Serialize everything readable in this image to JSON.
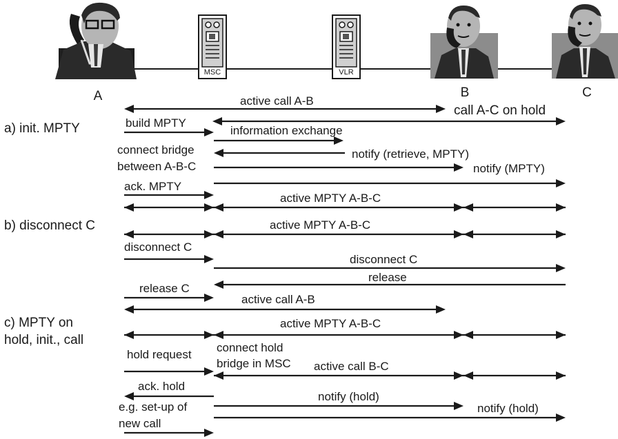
{
  "parties": [
    {
      "id": "A",
      "label": "A"
    },
    {
      "id": "MSC",
      "label": "MSC"
    },
    {
      "id": "VLR",
      "label": "VLR"
    },
    {
      "id": "B",
      "label": "B"
    },
    {
      "id": "C",
      "label": "C"
    }
  ],
  "sections": [
    {
      "key": "a",
      "label": "a) init. MPTY"
    },
    {
      "key": "b",
      "label": "b) disconnect C"
    },
    {
      "key": "c",
      "label_lines": [
        "c) MPTY on",
        "hold, init., call"
      ]
    }
  ],
  "messages": [
    {
      "key": "active-call-ab",
      "label": "active call A-B"
    },
    {
      "key": "call-ac-hold",
      "label": "call A-C on hold"
    },
    {
      "key": "build-mpty",
      "label": "build MPTY"
    },
    {
      "key": "info-exchange",
      "label": "information exchange"
    },
    {
      "key": "notify-retrieve",
      "label": "notify (retrieve, MPTY)"
    },
    {
      "key": "connect-bridge",
      "label_lines": [
        "connect bridge",
        "between A-B-C"
      ]
    },
    {
      "key": "notify-mpty",
      "label": "notify (MPTY)"
    },
    {
      "key": "ack-mpty",
      "label": "ack. MPTY"
    },
    {
      "key": "active-mpty-1",
      "label": "active MPTY A-B-C"
    },
    {
      "key": "active-mpty-2",
      "label": "active MPTY A-B-C"
    },
    {
      "key": "disconnect-c-a",
      "label": "disconnect C"
    },
    {
      "key": "disconnect-c-msc",
      "label": "disconnect C"
    },
    {
      "key": "release",
      "label": "release"
    },
    {
      "key": "release-c",
      "label": "release C"
    },
    {
      "key": "active-call-ab-2",
      "label": "active call A-B"
    },
    {
      "key": "active-mpty-3",
      "label": "active MPTY A-B-C"
    },
    {
      "key": "hold-request",
      "label": "hold request"
    },
    {
      "key": "connect-hold",
      "label_lines": [
        "connect hold",
        "bridge in MSC"
      ]
    },
    {
      "key": "active-call-bc",
      "label": "active call B-C"
    },
    {
      "key": "ack-hold",
      "label": "ack. hold"
    },
    {
      "key": "notify-hold-1",
      "label": "notify (hold)"
    },
    {
      "key": "setup-new-call",
      "label_lines": [
        "e.g. set-up of",
        "new call"
      ]
    },
    {
      "key": "notify-hold-2",
      "label": "notify (hold)"
    }
  ]
}
